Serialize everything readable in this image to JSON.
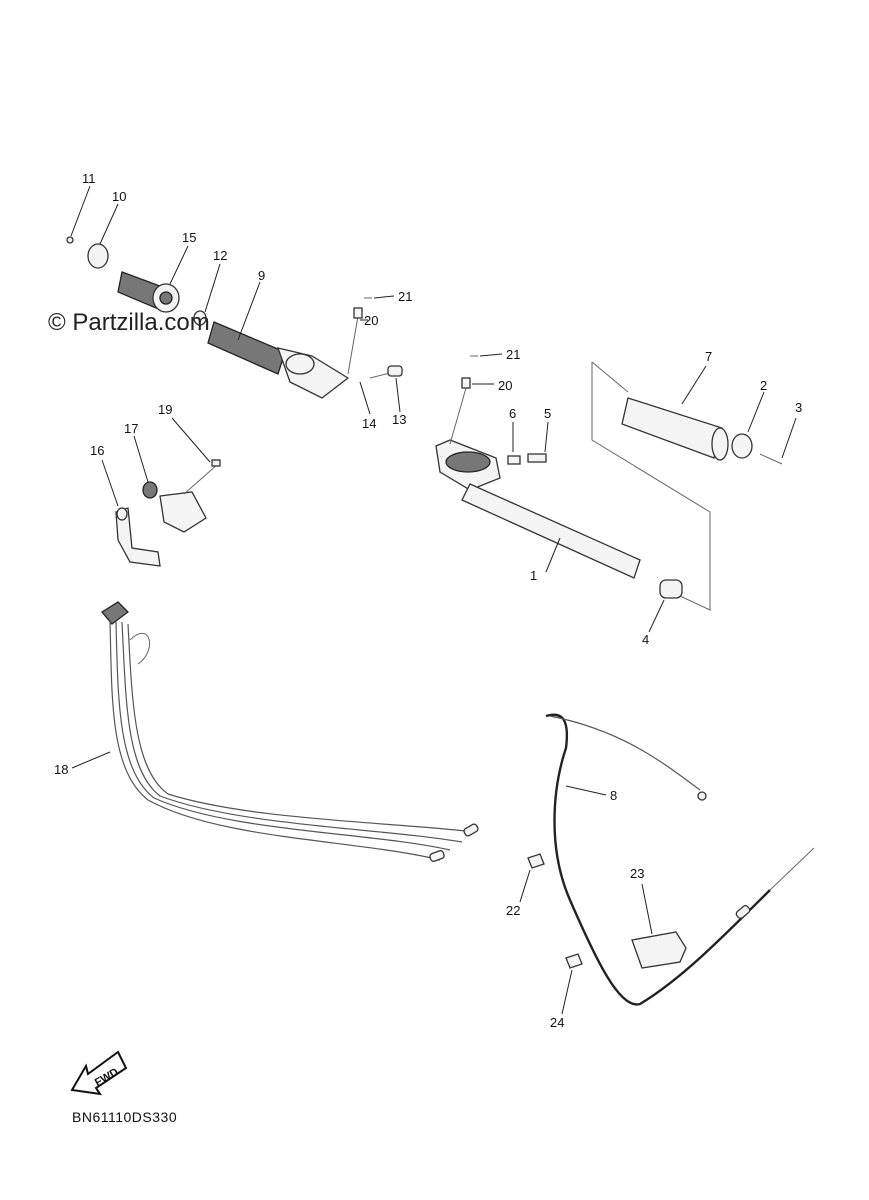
{
  "watermark": "© Partzilla.com",
  "diagram_code": "BN61110DS330",
  "fwd_label": "FWD",
  "callouts": [
    {
      "id": "c1",
      "label": "1"
    },
    {
      "id": "c2",
      "label": "2"
    },
    {
      "id": "c3",
      "label": "3"
    },
    {
      "id": "c4",
      "label": "4"
    },
    {
      "id": "c5",
      "label": "5"
    },
    {
      "id": "c6",
      "label": "6"
    },
    {
      "id": "c7",
      "label": "7"
    },
    {
      "id": "c8",
      "label": "8"
    },
    {
      "id": "c9",
      "label": "9"
    },
    {
      "id": "c10",
      "label": "10"
    },
    {
      "id": "c11",
      "label": "11"
    },
    {
      "id": "c12",
      "label": "12"
    },
    {
      "id": "c13",
      "label": "13"
    },
    {
      "id": "c14",
      "label": "14"
    },
    {
      "id": "c15",
      "label": "15"
    },
    {
      "id": "c16",
      "label": "16"
    },
    {
      "id": "c17",
      "label": "17"
    },
    {
      "id": "c18",
      "label": "18"
    },
    {
      "id": "c19",
      "label": "19"
    },
    {
      "id": "c20a",
      "label": "20"
    },
    {
      "id": "c21a",
      "label": "21"
    },
    {
      "id": "c20b",
      "label": "20"
    },
    {
      "id": "c21b",
      "label": "21"
    },
    {
      "id": "c22",
      "label": "22"
    },
    {
      "id": "c23",
      "label": "23"
    },
    {
      "id": "c24",
      "label": "24"
    }
  ]
}
